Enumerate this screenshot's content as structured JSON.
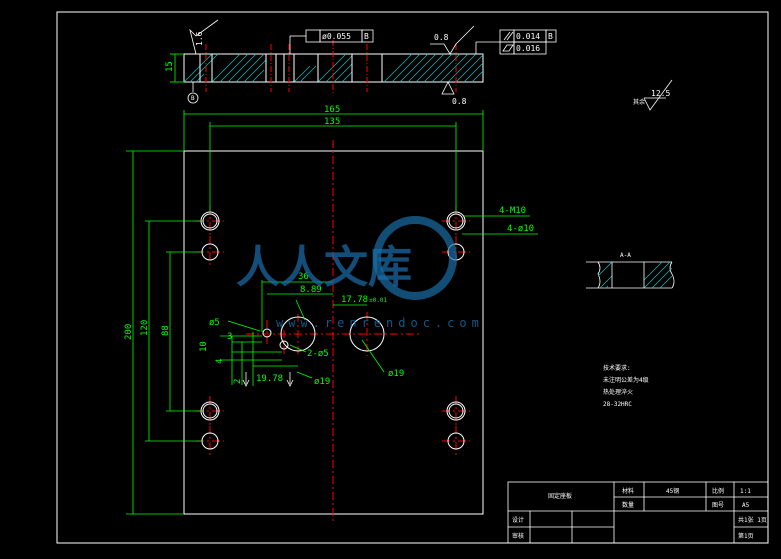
{
  "top_view": {
    "thickness": "15",
    "roughness_left": "1.6",
    "roughness_mid": "0.8",
    "roughness_bottom": "0.8",
    "fcf_flatness": "0.055",
    "fcf_flatness_datum": "B",
    "fcf_parallel": "0.014",
    "fcf_parallel_datum": "B",
    "fcf_flat2": "0.016",
    "datum_label": "B"
  },
  "dimensions": {
    "width_outer": "165",
    "width_holes": "135",
    "height_outer": "200",
    "height_120": "120",
    "height_88": "88",
    "dim_36": "36",
    "dim_889": "8.89",
    "dim_1778": "17.78",
    "dim_1778_tol": "±0.01",
    "dim_1978": "19.78",
    "dim_10": "10",
    "dim_2": "2",
    "dim_4": "4",
    "dim_3": "3",
    "dia_5": "ø5",
    "dia_2x5": "2-ø5",
    "dia_19a": "ø19",
    "dia_19b": "ø19",
    "thread_label": "4-M10",
    "hole_label": "4-ø10",
    "roughness_other_label": "其余",
    "roughness_other_value": "12.5"
  },
  "section": {
    "label": "A-A"
  },
  "tech_notes": [
    "技术要求:",
    "未注明公差为4级",
    "热处理淬火",
    "28-32HRC"
  ],
  "title_block": {
    "part_name": "固定座板",
    "material_label": "材料",
    "material_value": "45钢",
    "scale_label": "比例",
    "scale_value": "1:1",
    "qty_label": "数量",
    "drawing_no_label": "图号",
    "drawing_no_value": "A5",
    "designer_label": "设计",
    "reviewer_label": "审核",
    "sheets_total": "共1张 1页",
    "sheet_num": "第1页"
  },
  "watermark": {
    "cn": "人人文库",
    "url": "www.renrendoc.com"
  },
  "colors": {
    "outline": "#ffffff",
    "dimension": "#00ff00",
    "centerline": "#ff0000",
    "hatch": "#00c8c8",
    "symbol": "#ffffff"
  }
}
